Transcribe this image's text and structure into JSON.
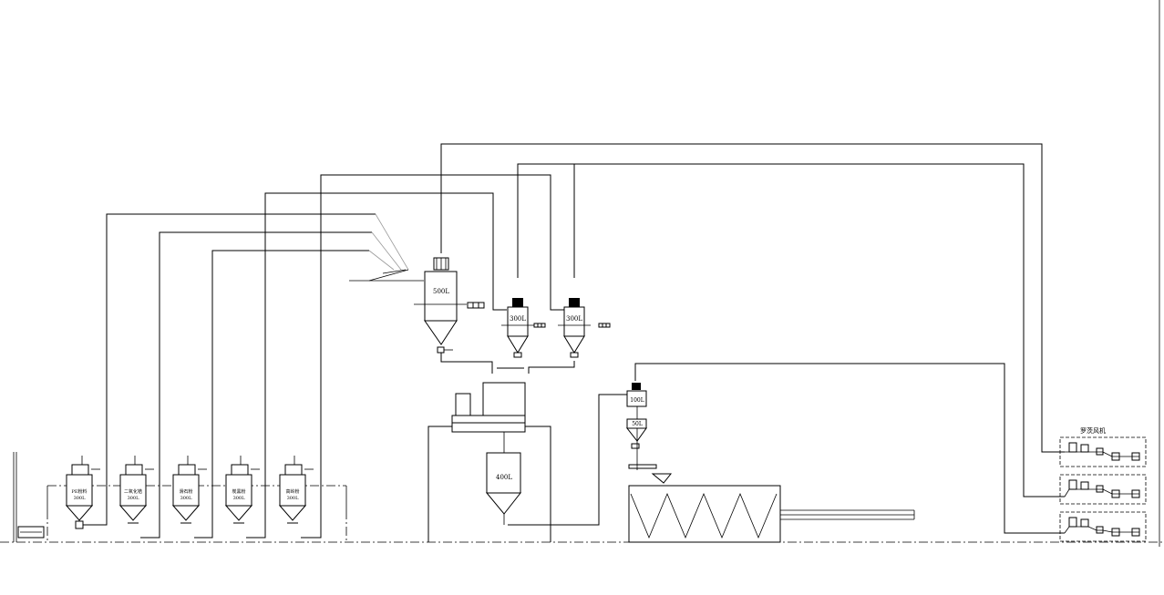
{
  "diagram": {
    "tanks": {
      "mixer_top": "500L",
      "dosing_a": "300L",
      "dosing_b": "300L",
      "receiver": "400L",
      "small_100": "100L",
      "small_50": "50L"
    },
    "feed_stations": [
      {
        "name": "PE粉料",
        "volume": "300L"
      },
      {
        "name": "二氧化锆",
        "volume": "300L"
      },
      {
        "name": "滑石粉",
        "volume": "300L"
      },
      {
        "name": "炭黑粉",
        "volume": "300L"
      },
      {
        "name": "高岭粉",
        "volume": "300L"
      }
    ],
    "blower_label": "罗茨风机",
    "blower_count": 3
  }
}
